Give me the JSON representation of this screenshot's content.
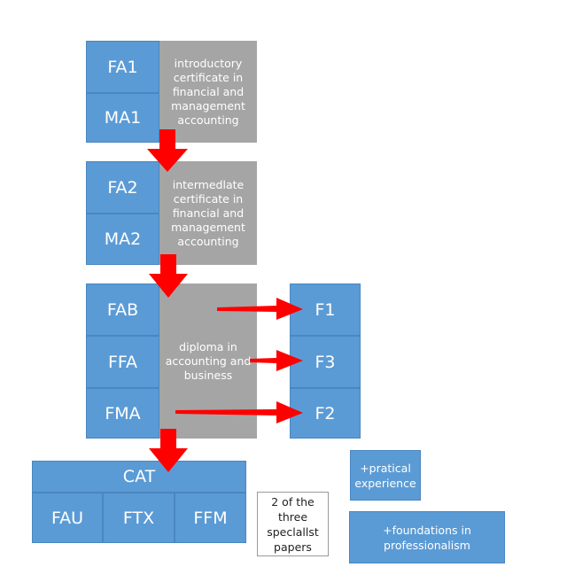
{
  "stage1": {
    "codes": [
      "FA1",
      "MA1"
    ],
    "lines": [
      "introductory",
      "certificate in",
      "financial and",
      "management",
      "accounting"
    ]
  },
  "stage2": {
    "codes": [
      "FA2",
      "MA2"
    ],
    "lines": [
      "intermedlate",
      "certificate in",
      "financial and",
      "management",
      "accounting"
    ]
  },
  "stage3": {
    "codes": [
      "FAB",
      "FFA",
      "FMA"
    ],
    "lines": [
      "diploma in",
      "accounting and",
      "business"
    ],
    "targets": [
      "F1",
      "F3",
      "F2"
    ]
  },
  "cat": {
    "title": "CAT",
    "papers": [
      "FAU",
      "FTX",
      "FFM"
    ]
  },
  "specialist_note": [
    "2 of the",
    "three",
    "speclallst",
    "papers"
  ],
  "practical": [
    "+pratical",
    "experience"
  ],
  "foundations": [
    "+foundations in",
    "professionalism"
  ],
  "colors": {
    "blue": "#5b9bd5",
    "gray": "#a5a5a5",
    "arrow": "#ff0000"
  }
}
